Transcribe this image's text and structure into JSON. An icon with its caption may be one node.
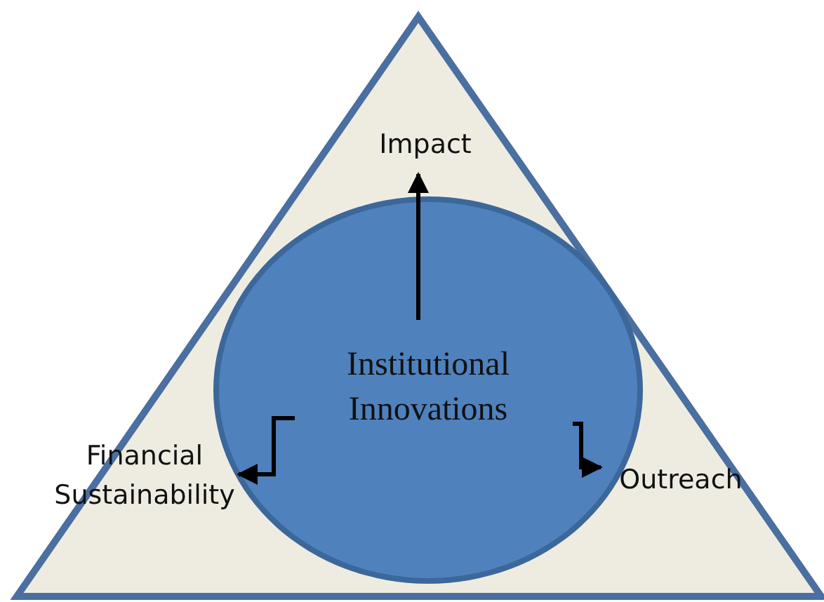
{
  "diagram": {
    "nodes": [
      {
        "text": [],
        "shape": "triangle"
      },
      {
        "text": [
          "Institutional Innovations"
        ],
        "in": 0
      },
      {
        "text": [
          "Impact"
        ],
        "in": 0
      },
      {
        "text": [
          "Financial Sustainability"
        ],
        "in": 0
      },
      {
        "text": [
          "Outreach"
        ],
        "in": 0
      }
    ],
    "edges": [
      {
        "from": 1,
        "to": 2,
        "arrow": "to"
      },
      {
        "from": 1,
        "to": 3,
        "arrow": "to"
      },
      {
        "from": 1,
        "to": 4,
        "arrow": "to"
      }
    ]
  }
}
